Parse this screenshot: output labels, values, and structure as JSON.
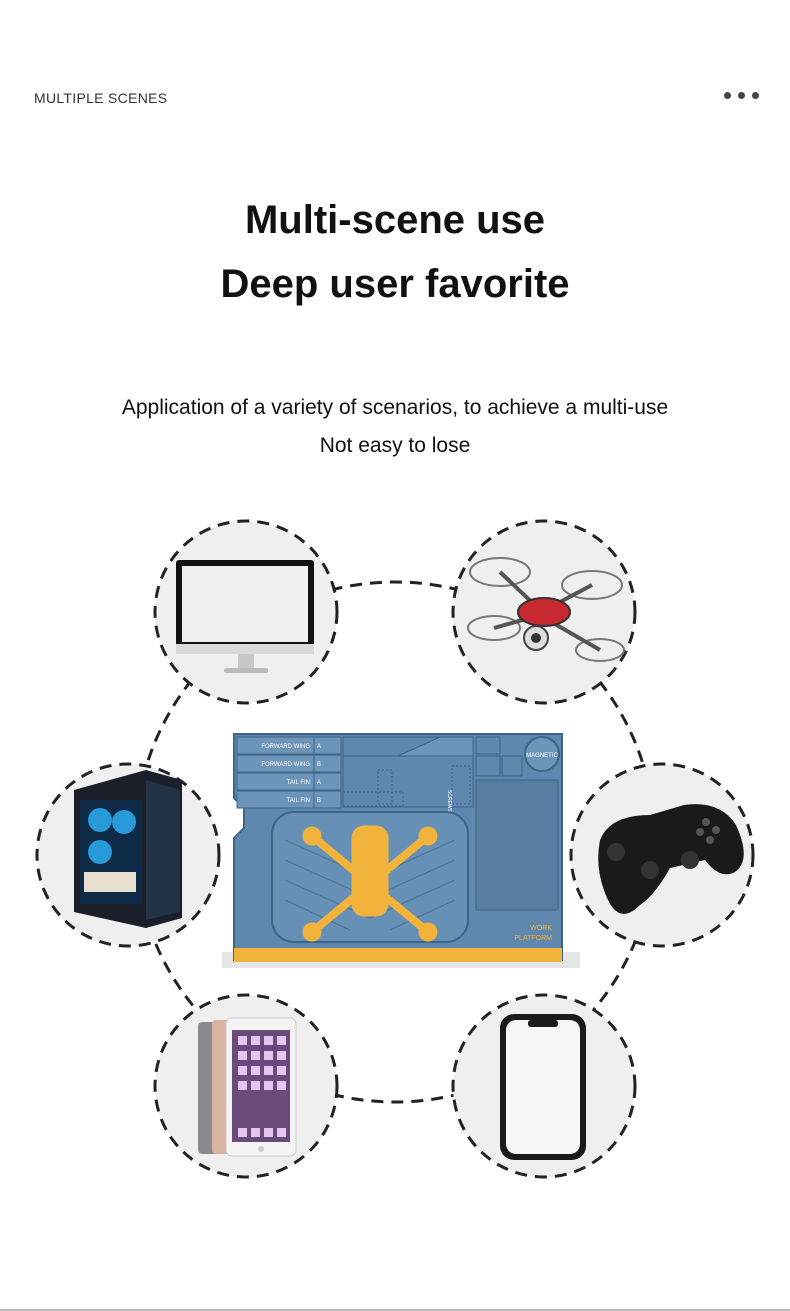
{
  "header": {
    "section_label": "MULTIPLE SCENES",
    "menu_icon": "more-dots-icon"
  },
  "headline": {
    "line1": "Multi-scene use",
    "line2": "Deep user favorite"
  },
  "subtitle": {
    "line1": "Application of a variety of scenarios, to achieve a multi-use",
    "line2": "Not easy to lose"
  },
  "mat": {
    "rows": [
      {
        "label": "FORWARD WING",
        "code": "A"
      },
      {
        "label": "FORWARD WING",
        "code": "B"
      },
      {
        "label": "TAIL FIN",
        "code": "A"
      },
      {
        "label": "TAIL FIN",
        "code": "B"
      }
    ],
    "magnetic_label": "MAGNETIC",
    "screws_label": "SCREWS",
    "platform_line1": "WORK",
    "platform_line2": "PLATFORM"
  },
  "scenes": [
    {
      "name": "monitor",
      "icon": "monitor-icon"
    },
    {
      "name": "drone",
      "icon": "drone-icon"
    },
    {
      "name": "pc-case",
      "icon": "pc-case-icon"
    },
    {
      "name": "gamepad",
      "icon": "gamepad-icon"
    },
    {
      "name": "tablet",
      "icon": "tablet-icon"
    },
    {
      "name": "phone",
      "icon": "phone-icon"
    }
  ],
  "colors": {
    "mat_blue": "#5f88ae",
    "mat_yellow": "#f2b33d",
    "circle_bg": "#efefef"
  }
}
